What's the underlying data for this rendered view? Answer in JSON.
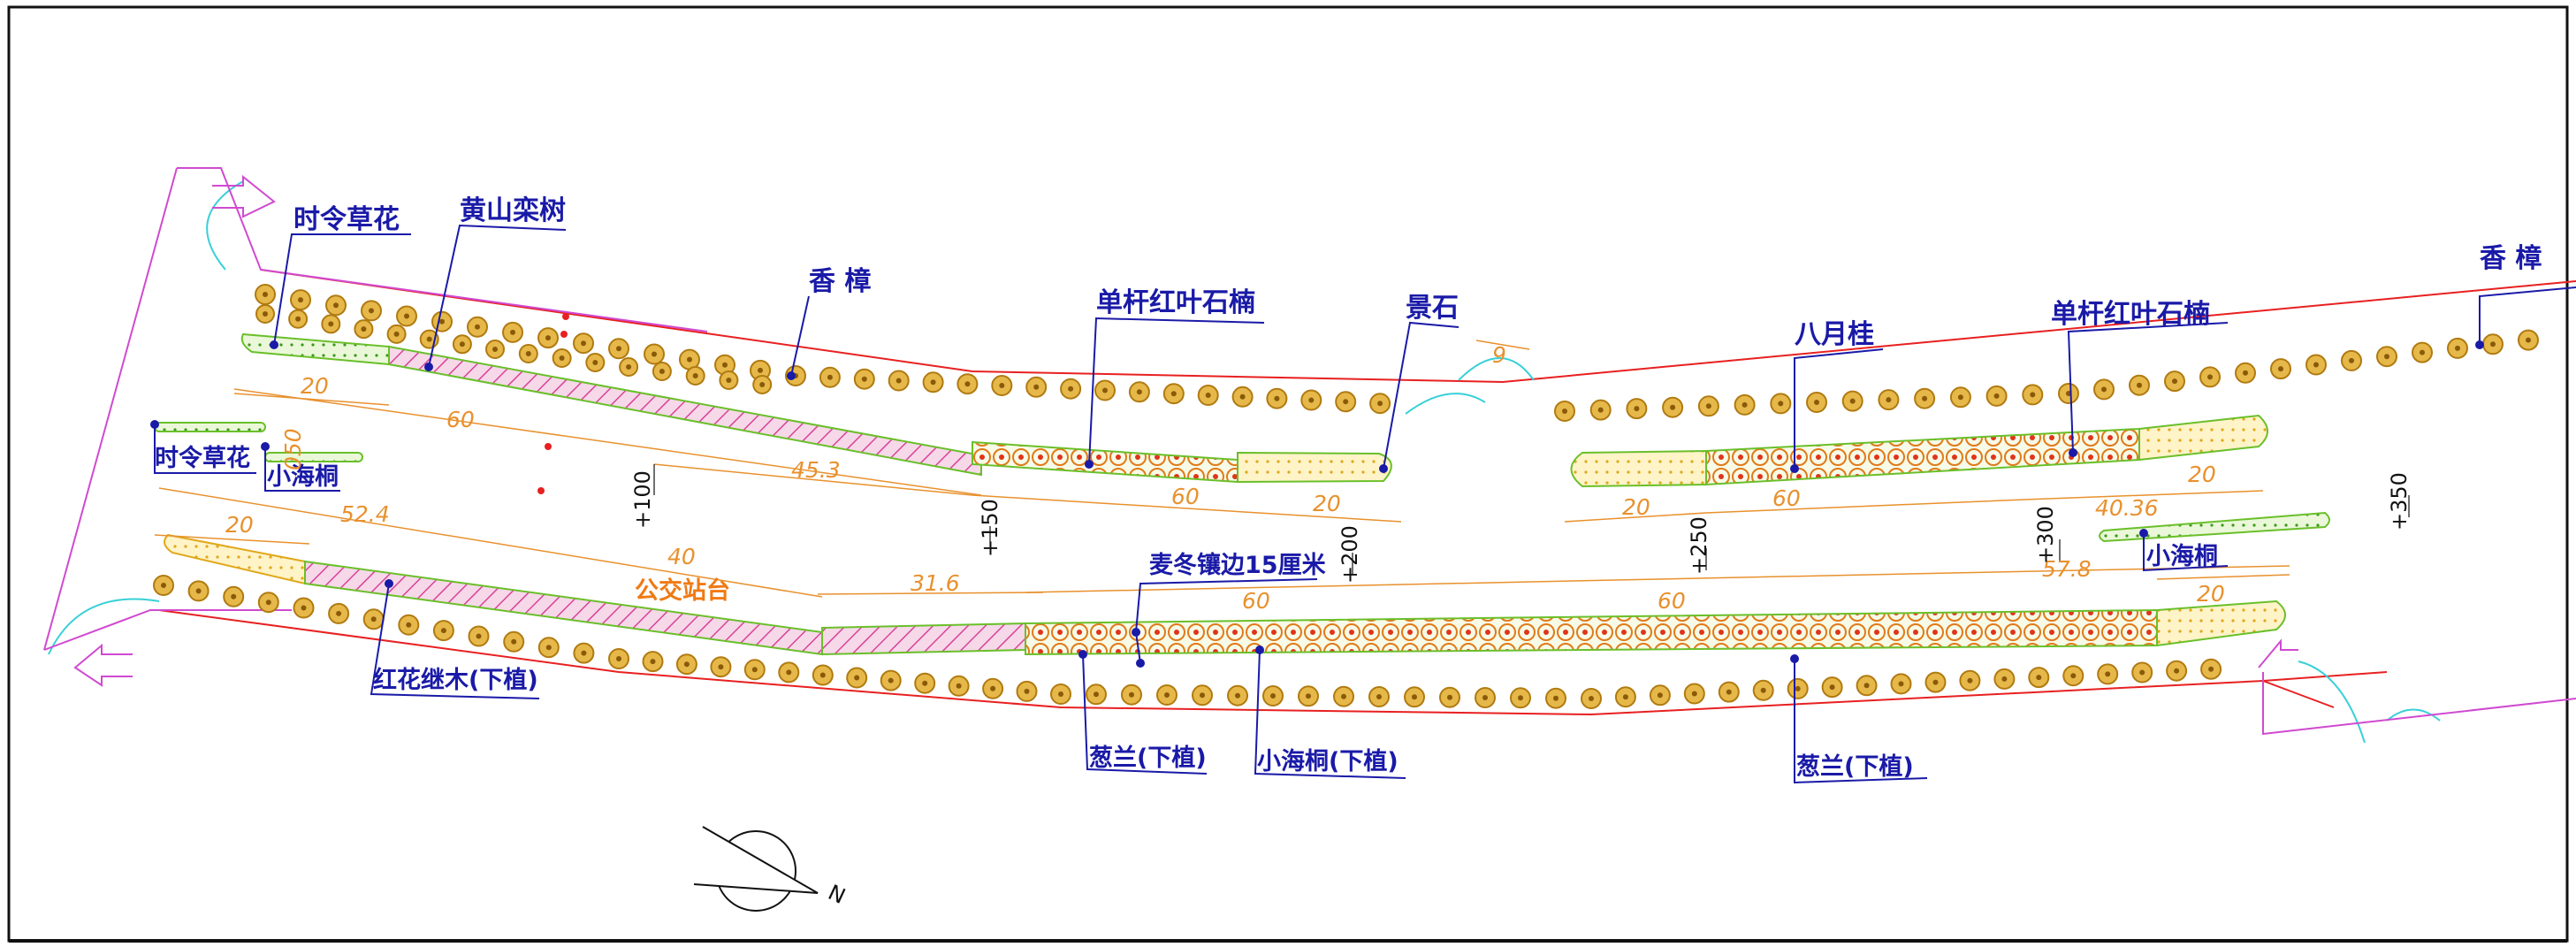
{
  "labels": {
    "shiling_cao_top": "时令草花",
    "huangshan_luanshu": "黄山栾树",
    "xiangzhang_left": "香 樟",
    "danggan_hongye_left": "单杆红叶石楠",
    "jingshi": "景石",
    "bayue_gui": "八月桂",
    "danggan_hongye_right": "单杆红叶石楠",
    "xiangzhang_right": "香 樟",
    "shiling_cao_left": "时令草花",
    "xiaohaitong_left": "小海桐",
    "xiaohaitong_right": "小海桐",
    "maidong": "麦冬镶边15厘米",
    "gongjiao": "公交站台",
    "honghua": "红花继木(下植)",
    "conglan_left": "葱兰(下植)",
    "xiaohaitong_xia": "小海桐(下植)",
    "conglan_right": "葱兰(下植)"
  },
  "dimensions": {
    "d1": "20",
    "d2": "60",
    "d3": "45.3",
    "d4": "60",
    "d5": "20",
    "d6": "20",
    "d7": "60",
    "d8": "40.36",
    "d9": "20",
    "d10": "9",
    "d11": "20",
    "d12": "52.4",
    "d13": "40",
    "d14": "31.6",
    "d15": "60",
    "d16": "60",
    "d17": "57.8",
    "d18": "20",
    "d19": "050"
  },
  "stations": {
    "s100": "+100",
    "s150": "+150",
    "s200": "+200",
    "s250": "+250",
    "s300": "+300",
    "s350": "+350"
  },
  "compass": {
    "letter": "N"
  }
}
